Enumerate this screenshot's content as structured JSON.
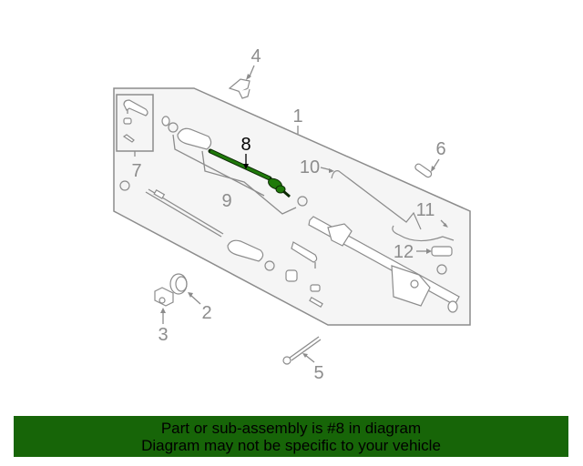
{
  "diagram": {
    "highlighted_part": "8",
    "highlight_color": "#1f7a0a",
    "line_color": "#8c8c8c",
    "panel_fill": "#f5f5f5",
    "callouts": [
      {
        "id": "1",
        "label": "1"
      },
      {
        "id": "2",
        "label": "2"
      },
      {
        "id": "3",
        "label": "3"
      },
      {
        "id": "4",
        "label": "4"
      },
      {
        "id": "5",
        "label": "5"
      },
      {
        "id": "6",
        "label": "6"
      },
      {
        "id": "7",
        "label": "7"
      },
      {
        "id": "8",
        "label": "8"
      },
      {
        "id": "9",
        "label": "9"
      },
      {
        "id": "10",
        "label": "10"
      },
      {
        "id": "11",
        "label": "11"
      },
      {
        "id": "12",
        "label": "12"
      }
    ]
  },
  "banner": {
    "line1": "Part or sub-assembly is #8 in diagram",
    "line2": "Diagram may not be specific to your vehicle",
    "background": "#176508"
  }
}
